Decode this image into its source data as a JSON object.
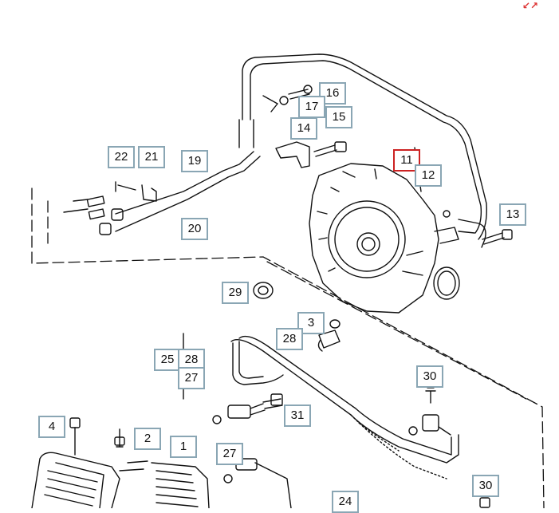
{
  "labels": {
    "p1": "1",
    "p2": "2",
    "p3": "3",
    "p4": "4",
    "p11": "11",
    "p12": "12",
    "p13": "13",
    "p14": "14",
    "p15": "15",
    "p16": "16",
    "p17": "17",
    "p19": "19",
    "p20": "20",
    "p21": "21",
    "p22": "22",
    "p24": "24",
    "p25": "25",
    "p27a": "27",
    "p27b": "27",
    "p28a": "28",
    "p28b": "28",
    "p29": "29",
    "p30a": "30",
    "p30b": "30",
    "p31": "31"
  },
  "highlighted_label": "11",
  "colors": {
    "label_border": "#8aa6b4",
    "highlight_border": "#cc2222",
    "line": "#111111"
  },
  "icons": {
    "expand": "expand-arrows-icon"
  }
}
